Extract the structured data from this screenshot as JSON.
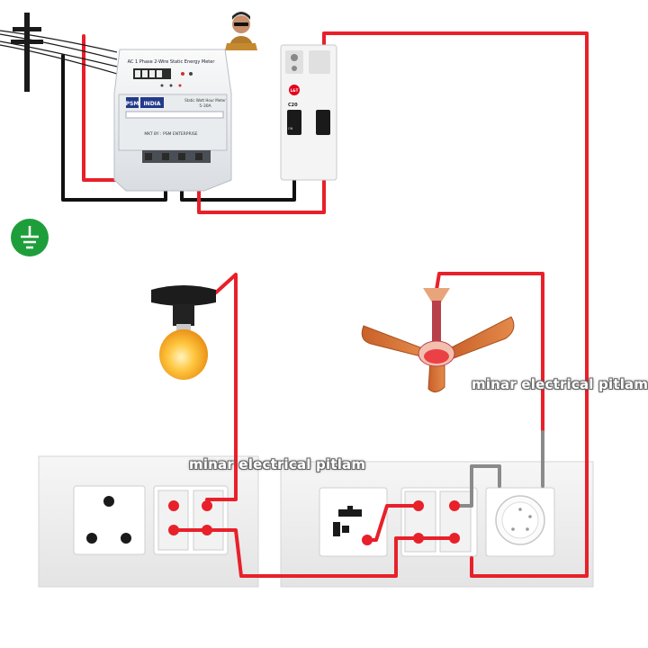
{
  "watermarks": [
    "minar electrical pitlam",
    "minar electrical pitlam"
  ],
  "meter": {
    "header": "AC 1 Phase 2-Wire Static Energy Meter",
    "brand": "PSM",
    "brand_country": "INDIA",
    "model": "Static Watt Hour Meter",
    "rating": "5-30A",
    "maker": "MKT BY : PSM ENTERPRISE"
  },
  "mcb": {
    "brand_logo": "L&T",
    "rating": "C20",
    "on_label": "ON"
  },
  "icons": [
    "utility-pole-icon",
    "earth-ground-icon",
    "person-avatar-icon",
    "bulb-icon",
    "ceiling-fan-icon",
    "socket-3pin-icon",
    "universal-socket-icon",
    "fan-regulator-icon"
  ],
  "colors": {
    "phase_wire": "#e8202a",
    "neutral_wire": "#111111",
    "earth_badge": "#1e9e3a",
    "switch_board": "#f0f0f0"
  }
}
